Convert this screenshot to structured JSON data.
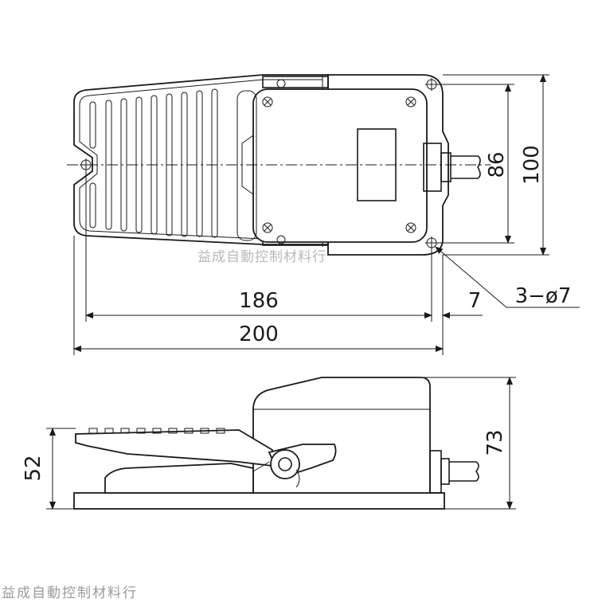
{
  "dimensions": {
    "top_height_outer": "100",
    "top_height_inner": "86",
    "hole_spec": "3−ø7",
    "length_inner": "186",
    "length_outer": "200",
    "offset": "7",
    "side_height_pedal": "52",
    "side_height_total": "73"
  },
  "watermark": {
    "center": "益成自動控制材料行",
    "bottom": "益成自動控制材料行"
  },
  "colors": {
    "ink": "#1a1a1a",
    "watermark": "#b9b9b9"
  }
}
